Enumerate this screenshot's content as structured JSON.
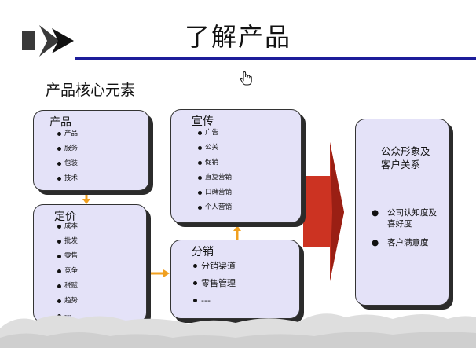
{
  "header": {
    "title": "了解产品",
    "subtitle": "产品核心元素"
  },
  "icons": {
    "logo": "double-chevron-arrow-icon",
    "cursor": "hand-cursor-icon"
  },
  "boxes": {
    "product": {
      "title": "产品",
      "items": [
        "产品",
        "服务",
        "包装",
        "技术"
      ]
    },
    "pricing": {
      "title": "定价",
      "items": [
        "成本",
        "批发",
        "零售",
        "竞争",
        "税赋",
        "趋势",
        "---"
      ]
    },
    "promotion": {
      "title": "宣传",
      "items": [
        "广告",
        "公关",
        "促销",
        "直复营销",
        "口碑营销",
        "个人营销"
      ]
    },
    "distribution": {
      "title": "分销",
      "items": [
        "分销渠道",
        "零售管理",
        "---"
      ]
    },
    "public": {
      "title": "公众形象及客户关系",
      "items": [
        "公司认知度及喜好度",
        "客户满意度"
      ]
    }
  },
  "colors": {
    "box_fill": "#e4e2f8",
    "rule": "#1d1d9a",
    "connector": "#f0a020",
    "big_arrow": "#cc3322"
  }
}
